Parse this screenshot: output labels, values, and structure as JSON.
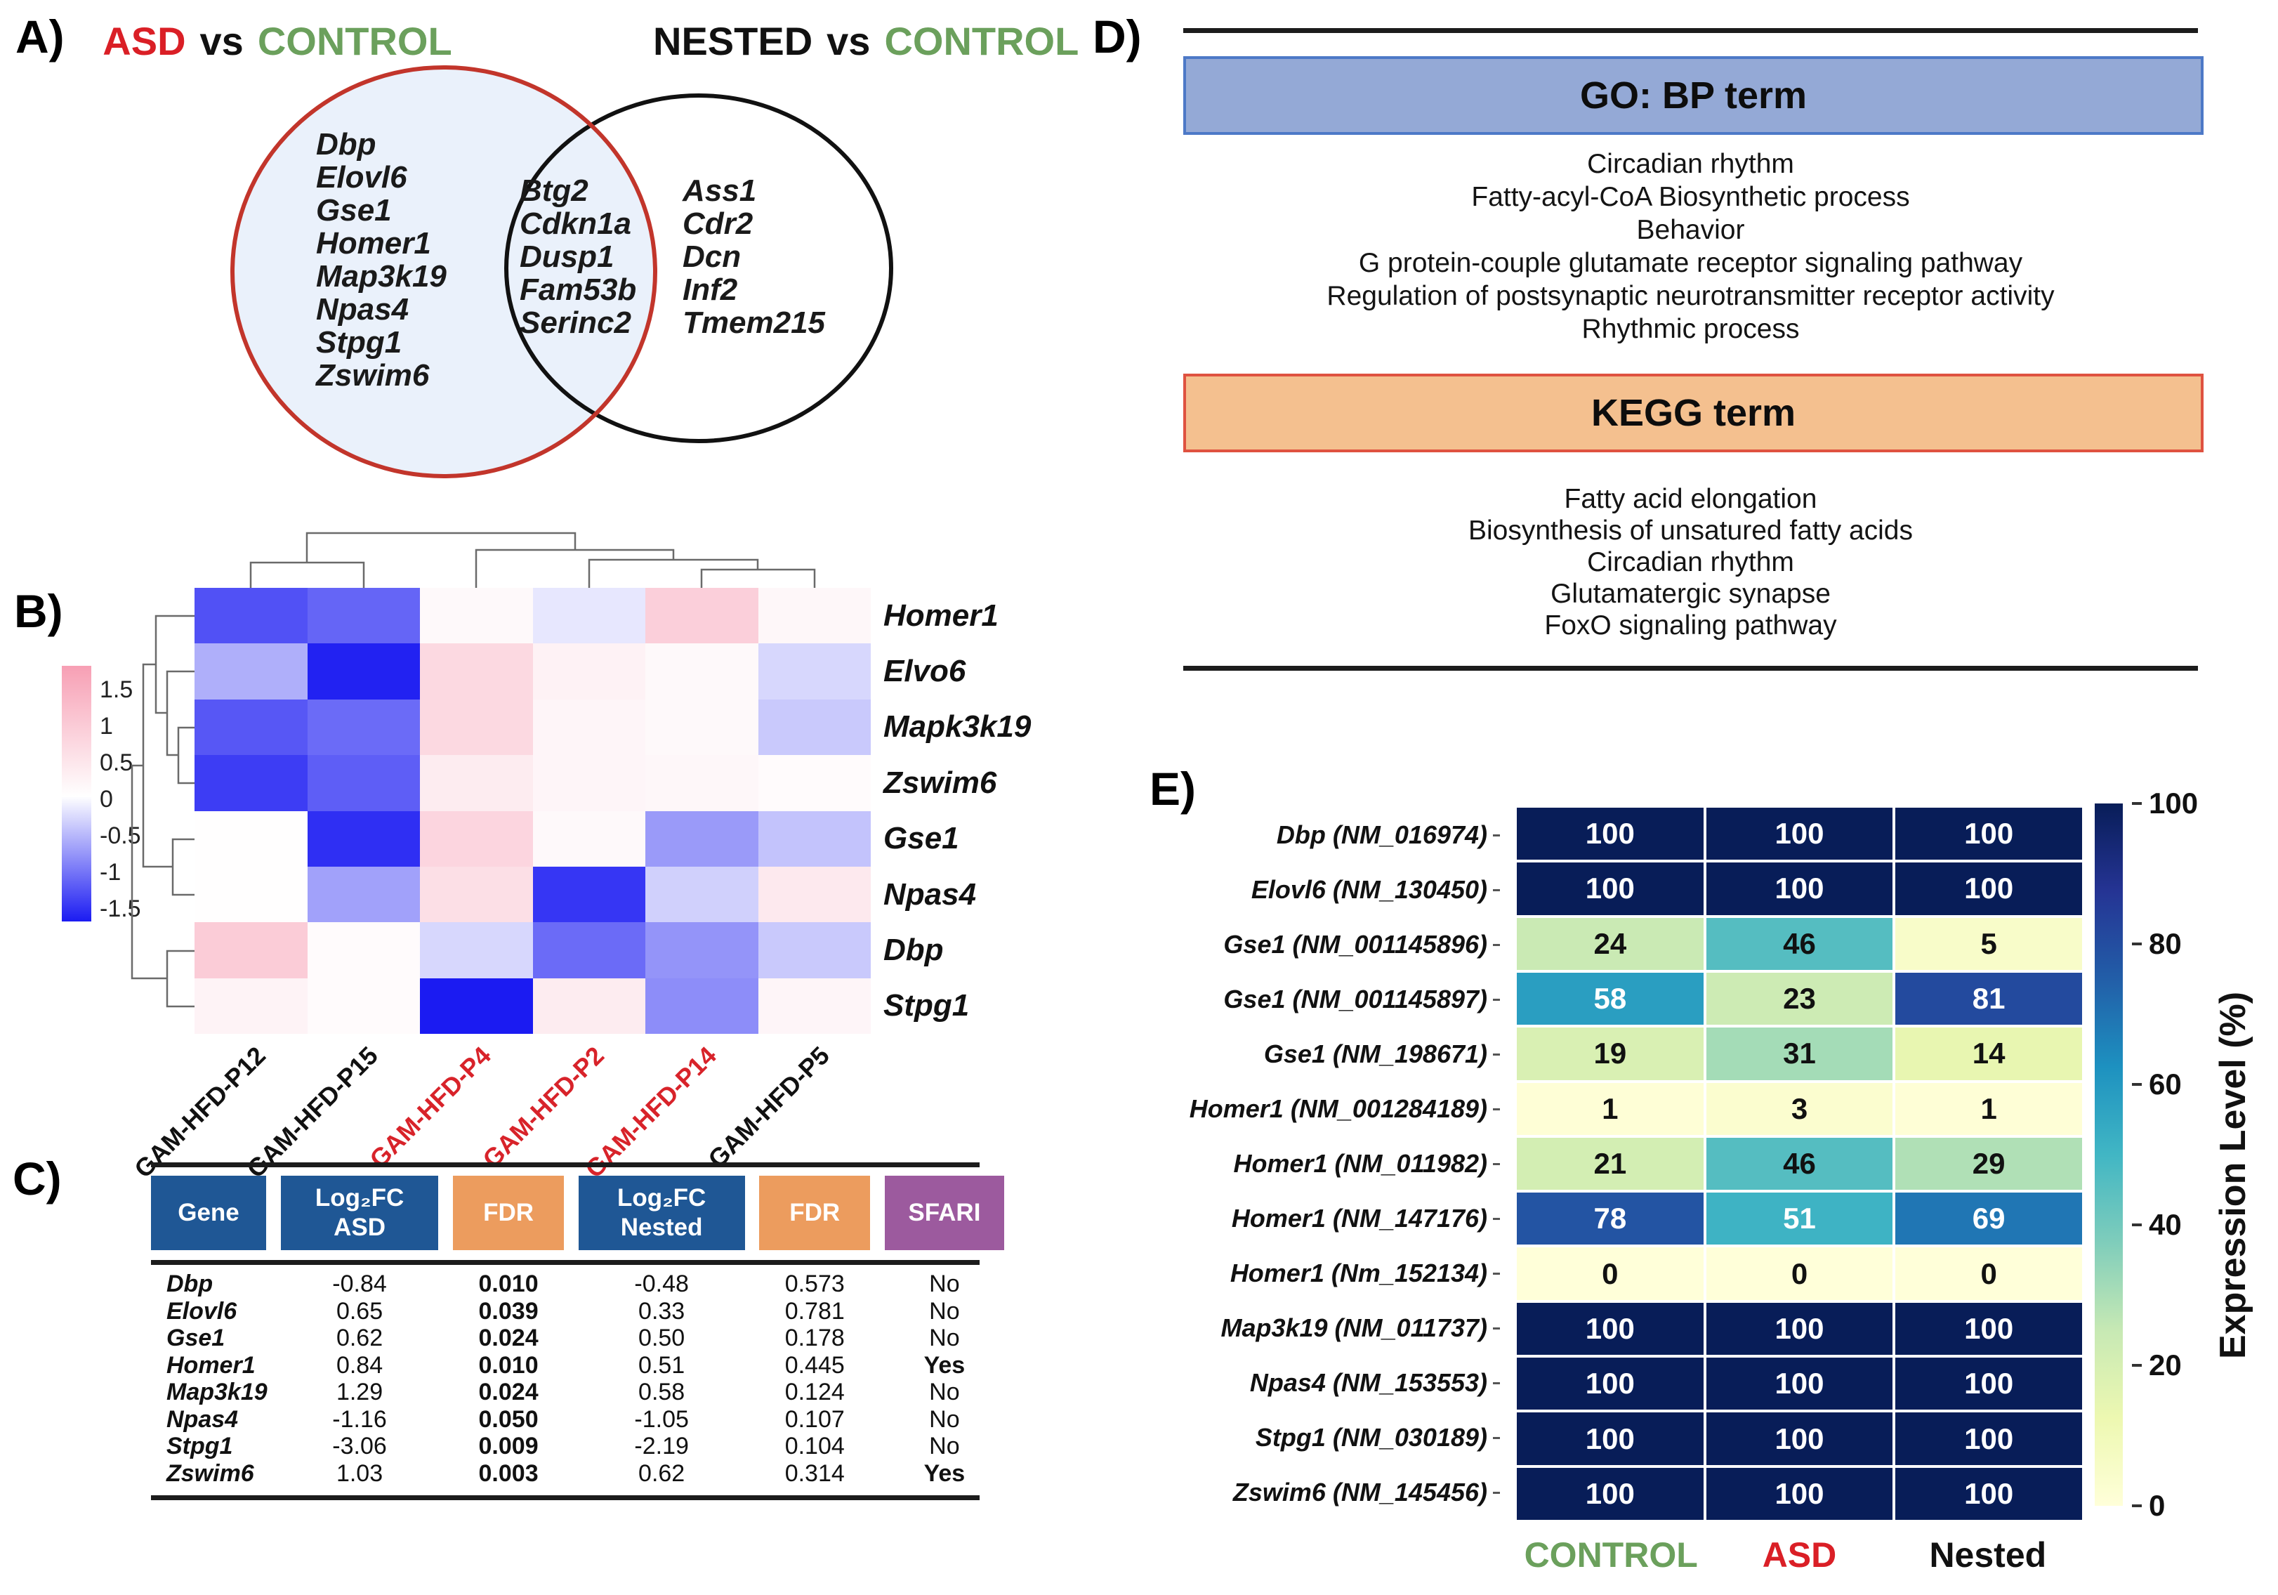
{
  "figure": {
    "panel_a": {
      "label": "A)",
      "title_left": {
        "g1": "ASD",
        "vs": "vs",
        "g2": "CONTROL"
      },
      "title_right": {
        "g1": "NESTED",
        "vs": "vs",
        "g2": "CONTROL"
      },
      "left_genes": [
        "Dbp",
        "Elovl6",
        "Gse1",
        "Homer1",
        "Map3k19",
        "Npas4",
        "Stpg1",
        "Zswim6"
      ],
      "overlap_genes": [
        "Btg2",
        "Cdkn1a",
        "Dusp1",
        "Fam53b",
        "Serinc2"
      ],
      "right_genes": [
        "Ass1",
        "Cdr2",
        "Dcn",
        "Inf2",
        "Tmem215"
      ],
      "colors": {
        "asd_red": "#da1f26",
        "control_green": "#6ba05c",
        "left_fill": "#eaf1fb",
        "left_stroke": "#c2352b",
        "right_stroke": "#111111"
      }
    },
    "panel_b": {
      "label": "B)"
    },
    "panel_c": {
      "label": "C)",
      "headers": [
        {
          "lines": [
            "Gene"
          ],
          "bg": "#1f5795"
        },
        {
          "lines": [
            "Log₂FC",
            "ASD"
          ],
          "bg": "#1f5795"
        },
        {
          "lines": [
            "FDR"
          ],
          "bg": "#ec9c5e"
        },
        {
          "lines": [
            "Log₂FC",
            "Nested"
          ],
          "bg": "#1f5795"
        },
        {
          "lines": [
            "FDR"
          ],
          "bg": "#ec9c5e"
        },
        {
          "lines": [
            "SFARI"
          ],
          "bg": "#9c5a9e"
        }
      ],
      "rows": [
        [
          "Dbp",
          "-0.84",
          "0.010",
          "-0.48",
          "0.573",
          "No"
        ],
        [
          "Elovl6",
          "0.65",
          "0.039",
          "0.33",
          "0.781",
          "No"
        ],
        [
          "Gse1",
          "0.62",
          "0.024",
          "0.50",
          "0.178",
          "No"
        ],
        [
          "Homer1",
          "0.84",
          "0.010",
          "0.51",
          "0.445",
          "Yes"
        ],
        [
          "Map3k19",
          "1.29",
          "0.024",
          "0.58",
          "0.124",
          "No"
        ],
        [
          "Npas4",
          "-1.16",
          "0.050",
          "-1.05",
          "0.107",
          "No"
        ],
        [
          "Stpg1",
          "-3.06",
          "0.009",
          "-2.19",
          "0.104",
          "No"
        ],
        [
          "Zswim6",
          "1.03",
          "0.003",
          "0.62",
          "0.314",
          "Yes"
        ]
      ]
    },
    "panel_d": {
      "label": "D)",
      "go_header": "GO: BP term",
      "go_terms": [
        "Circadian rhythm",
        "Fatty-acyl-CoA Biosynthetic process",
        "Behavior",
        "G protein-couple glutamate receptor signaling pathway",
        "Regulation of postsynaptic neurotransmitter receptor activity",
        "Rhythmic process"
      ],
      "kegg_header": "KEGG term",
      "kegg_terms": [
        "Fatty acid elongation",
        "Biosynthesis of unsatured fatty acids",
        "Circadian rhythm",
        "Glutamatergic synapse",
        "FoxO signaling pathway"
      ]
    },
    "panel_e": {
      "label": "E)"
    }
  },
  "chart_data": [
    {
      "id": "panel_b_clustered_heatmap",
      "type": "heatmap",
      "clustered": true,
      "rows": [
        "Homer1",
        "Elvo6",
        "Mapk3k19",
        "Zswim6",
        "Gse1",
        "Npas4",
        "Dbp",
        "Stpg1"
      ],
      "columns": [
        {
          "text": "GAM-HFD-P12",
          "color": "#111111"
        },
        {
          "text": "GAM-HFD-P15",
          "color": "#111111"
        },
        {
          "text": "GAM-HFD-P4",
          "color": "#d8232a"
        },
        {
          "text": "GAM-HFD-P2",
          "color": "#d8232a"
        },
        {
          "text": "GAM-HFD-P14",
          "color": "#d8232a"
        },
        {
          "text": "GAM-HFD-P5",
          "color": "#111111"
        }
      ],
      "values": [
        [
          -1.3,
          -1.15,
          0.1,
          -0.18,
          0.75,
          0.12
        ],
        [
          -0.6,
          -1.65,
          0.6,
          0.2,
          0.1,
          -0.3
        ],
        [
          -1.25,
          -1.1,
          0.6,
          0.15,
          0.1,
          -0.4
        ],
        [
          -1.45,
          -1.2,
          0.3,
          0.15,
          0.12,
          0.06
        ],
        [
          0.02,
          -1.55,
          0.65,
          0.1,
          -0.75,
          -0.45
        ],
        [
          0.02,
          -0.7,
          0.5,
          -1.5,
          -0.35,
          0.35
        ],
        [
          0.8,
          0.06,
          -0.3,
          -1.1,
          -0.8,
          -0.4
        ],
        [
          0.18,
          0.07,
          -1.7,
          0.3,
          -0.85,
          0.15
        ]
      ],
      "scale": {
        "ticks": [
          "1.5",
          "1",
          "0.5",
          "0",
          "-0.5",
          "-1",
          "-1.5"
        ],
        "min": -1.5,
        "max": 1.5,
        "colormap": "blue-white-pink"
      }
    },
    {
      "id": "panel_e_isoform_heatmap",
      "type": "heatmap",
      "rows": [
        {
          "label": "Dbp (NM_016974)",
          "values": [
            100,
            100,
            100
          ]
        },
        {
          "label": "Elovl6 (NM_130450)",
          "values": [
            100,
            100,
            100
          ]
        },
        {
          "label": "Gse1 (NM_001145896)",
          "values": [
            24,
            46,
            5
          ]
        },
        {
          "label": "Gse1 (NM_001145897)",
          "values": [
            58,
            23,
            81
          ]
        },
        {
          "label": "Gse1 (NM_198671)",
          "values": [
            19,
            31,
            14
          ]
        },
        {
          "label": "Homer1 (NM_001284189)",
          "values": [
            1,
            3,
            1
          ]
        },
        {
          "label": "Homer1 (NM_011982)",
          "values": [
            21,
            46,
            29
          ]
        },
        {
          "label": "Homer1 (NM_147176)",
          "values": [
            78,
            51,
            69
          ]
        },
        {
          "label": "Homer1 (Nm_152134)",
          "values": [
            0,
            0,
            0
          ]
        },
        {
          "label": "Map3k19 (NM_011737)",
          "values": [
            100,
            100,
            100
          ]
        },
        {
          "label": "Npas4 (NM_153553)",
          "values": [
            100,
            100,
            100
          ]
        },
        {
          "label": "Stpg1 (NM_030189)",
          "values": [
            100,
            100,
            100
          ]
        },
        {
          "label": "Zswim6 (NM_145456)",
          "values": [
            100,
            100,
            100
          ]
        }
      ],
      "columns": [
        {
          "text": "CONTROL",
          "color": "#6ba05c"
        },
        {
          "text": "ASD",
          "color": "#da1f26"
        },
        {
          "text": "Nested",
          "color": "#111111"
        }
      ],
      "scale": {
        "ticks": [
          "100",
          "80",
          "60",
          "40",
          "20",
          "0"
        ],
        "min": 0,
        "max": 100,
        "label": "Expression Level (%)",
        "colormap": "YlGnBu"
      }
    }
  ]
}
